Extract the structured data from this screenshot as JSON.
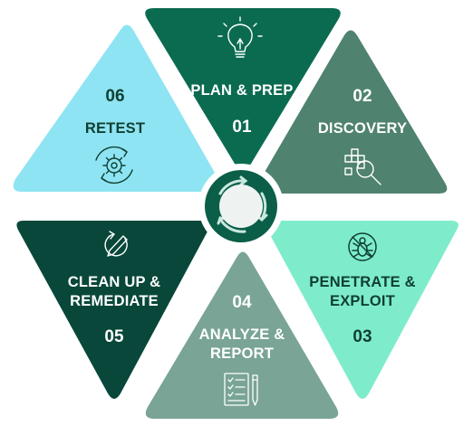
{
  "segments": [
    {
      "id": "plan-prep",
      "number": "01",
      "label_lines": [
        "PLAN & PREP"
      ],
      "icon": "lightbulb-icon",
      "color": "#0b6b51",
      "text_color": "#ffffff"
    },
    {
      "id": "discovery",
      "number": "02",
      "label_lines": [
        "DISCOVERY"
      ],
      "icon": "grid-magnifier-icon",
      "color": "#4f826f",
      "text_color": "#ffffff"
    },
    {
      "id": "penetrate-exploit",
      "number": "03",
      "label_lines": [
        "PENETRATE &",
        "EXPLOIT"
      ],
      "icon": "bug-blocked-icon",
      "color": "#7eeccb",
      "text_color": "#0f3f33"
    },
    {
      "id": "analyze-report",
      "number": "04",
      "label_lines": [
        "ANALYZE &",
        "REPORT"
      ],
      "icon": "checklist-pencil-icon",
      "color": "#79a496",
      "text_color": "#ffffff"
    },
    {
      "id": "clean-up-remediate",
      "number": "05",
      "label_lines": [
        "CLEAN UP &",
        "REMEDIATE"
      ],
      "icon": "cycle-pen-icon",
      "color": "#08473a",
      "text_color": "#ffffff"
    },
    {
      "id": "retest",
      "number": "06",
      "label_lines": [
        "RETEST"
      ],
      "icon": "gear-cycle-icon",
      "color": "#8ee4f2",
      "text_color": "#0f3f33"
    }
  ],
  "center": {
    "icon": "cycle-arrows-icon",
    "ring_color": "#0b5e48",
    "core_color": "#eef3f2"
  }
}
